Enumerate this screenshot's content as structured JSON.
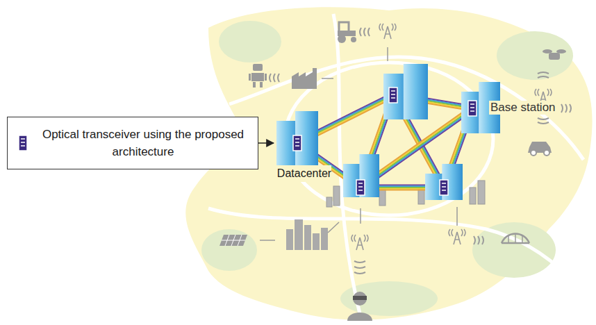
{
  "diagram": {
    "nodes": [
      {
        "text": [
          "Optical transceiver using the proposed architecture"
        ]
      },
      {
        "text": [
          "Datacenter"
        ]
      }
    ],
    "edges": [
      {
        "from": 0,
        "to": 1,
        "arrow": "to"
      }
    ],
    "labels": [
      "Base station"
    ]
  }
}
